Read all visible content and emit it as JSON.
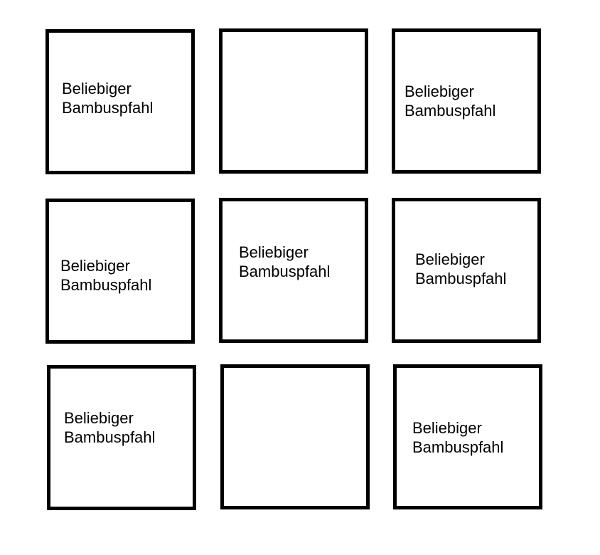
{
  "grid": {
    "slots": [
      {
        "line1": "Beliebiger",
        "line2": "Bambuspfahl"
      },
      {
        "line1": "",
        "line2": ""
      },
      {
        "line1": "Beliebiger",
        "line2": "Bambuspfahl"
      },
      {
        "line1": "Beliebiger",
        "line2": "Bambuspfahl"
      },
      {
        "line1": "Beliebiger",
        "line2": "Bambuspfahl"
      },
      {
        "line1": "Beliebiger",
        "line2": "Bambuspfahl"
      },
      {
        "line1": "Beliebiger",
        "line2": "Bambuspfahl"
      },
      {
        "line1": "",
        "line2": ""
      },
      {
        "line1": "Beliebiger",
        "line2": "Bambuspfahl"
      }
    ]
  }
}
